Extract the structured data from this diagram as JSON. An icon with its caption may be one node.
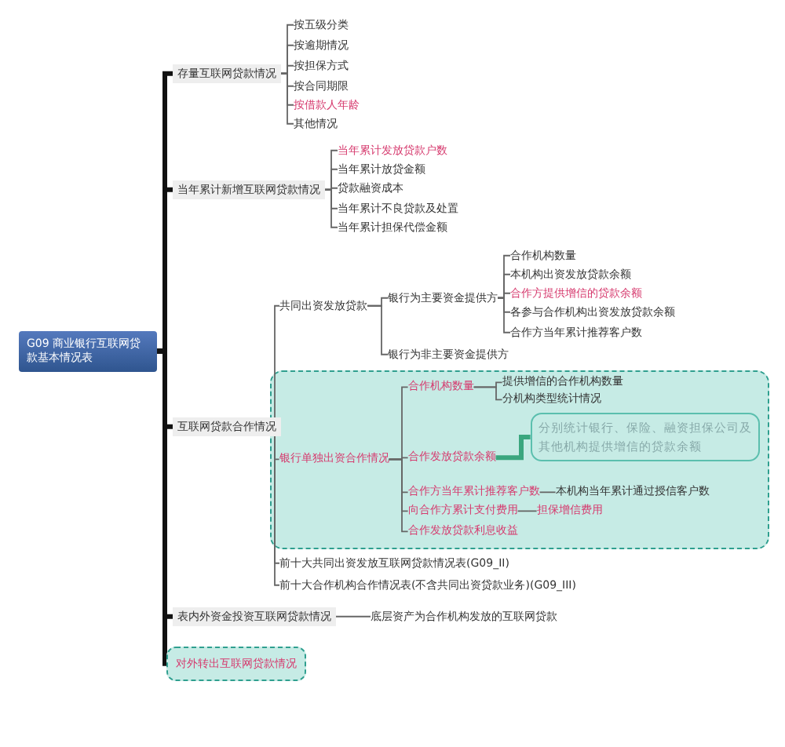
{
  "diagram": {
    "nodes": [
      {
        "text": [
          "G09 商业银行互联网贷款基本情况表"
        ]
      },
      {
        "text": [
          "存量互联网贷款情况"
        ]
      },
      {
        "text": [
          "按五级分类"
        ]
      },
      {
        "text": [
          "按逾期情况"
        ]
      },
      {
        "text": [
          "按担保方式"
        ]
      },
      {
        "text": [
          "按合同期限"
        ]
      },
      {
        "text": [
          "按借款人年龄"
        ]
      },
      {
        "text": [
          "其他情况"
        ]
      },
      {
        "text": [
          "当年累计新增互联网贷款情况"
        ]
      },
      {
        "text": [
          "当年累计发放贷款户数"
        ]
      },
      {
        "text": [
          "当年累计放贷金额"
        ]
      },
      {
        "text": [
          "贷款融资成本"
        ]
      },
      {
        "text": [
          "当年累计不良贷款及处置"
        ]
      },
      {
        "text": [
          "当年累计担保代偿金额"
        ]
      },
      {
        "text": [
          "互联网贷款合作情况"
        ]
      },
      {
        "text": [
          "共同出资发放贷款"
        ]
      },
      {
        "text": [
          "银行为主要资金提供方"
        ]
      },
      {
        "text": [
          "合作机构数量"
        ]
      },
      {
        "text": [
          "本机构出资发放贷款余额"
        ]
      },
      {
        "text": [
          "合作方提供增信的贷款余额"
        ]
      },
      {
        "text": [
          "各参与合作机构出资发放贷款余额"
        ]
      },
      {
        "text": [
          "合作方当年累计推荐客户数"
        ]
      },
      {
        "text": [
          "银行为非主要资金提供方"
        ]
      },
      {
        "text": [],
        "shape": "box"
      },
      {
        "text": [
          "银行单独出资合作情况"
        ],
        "in": 23
      },
      {
        "text": [
          "合作机构数量"
        ],
        "in": 23
      },
      {
        "text": [
          "提供增信的合作机构数量"
        ],
        "in": 23
      },
      {
        "text": [
          "分机构类型统计情况"
        ],
        "in": 23
      },
      {
        "text": [
          "合作发放贷款余额"
        ],
        "in": 23
      },
      {
        "text": [
          "分别统计银行、保险、融资担保公司及其他机构提供增信的贷款余额"
        ],
        "in": 23
      },
      {
        "text": [
          "合作方当年累计推荐客户数"
        ],
        "in": 23
      },
      {
        "text": [
          "本机构当年累计通过授信客户数"
        ],
        "in": 23
      },
      {
        "text": [
          "向合作方累计支付费用"
        ],
        "in": 23
      },
      {
        "text": [
          "担保增信费用"
        ],
        "in": 23
      },
      {
        "text": [
          "合作发放贷款利息收益"
        ],
        "in": 23
      },
      {
        "text": [
          "前十大共同出资发放互联网贷款情况表(G09_II)"
        ]
      },
      {
        "text": [
          "前十大合作机构合作情况表(不含共同出资贷款业务)(G09_III)"
        ]
      },
      {
        "text": [
          "表内外资金投资互联网贷款情况"
        ]
      },
      {
        "text": [
          "底层资产为合作机构发放的互联网贷款"
        ]
      },
      {
        "text": [
          "对外转出互联网贷款情况"
        ]
      }
    ],
    "edges": [
      {
        "from": 0,
        "to": 1,
        "arrow": "none",
        "style": "thick"
      },
      {
        "from": 0,
        "to": 8,
        "arrow": "none",
        "style": "thick"
      },
      {
        "from": 0,
        "to": 14,
        "arrow": "none",
        "style": "thick"
      },
      {
        "from": 0,
        "to": 37,
        "arrow": "none",
        "style": "thick"
      },
      {
        "from": 0,
        "to": 39,
        "arrow": "none",
        "style": "thick"
      },
      {
        "from": 1,
        "to": 2,
        "arrow": "none"
      },
      {
        "from": 1,
        "to": 3,
        "arrow": "none"
      },
      {
        "from": 1,
        "to": 4,
        "arrow": "none"
      },
      {
        "from": 1,
        "to": 5,
        "arrow": "none"
      },
      {
        "from": 1,
        "to": 6,
        "arrow": "none"
      },
      {
        "from": 1,
        "to": 7,
        "arrow": "none"
      },
      {
        "from": 8,
        "to": 9,
        "arrow": "none"
      },
      {
        "from": 8,
        "to": 10,
        "arrow": "none"
      },
      {
        "from": 8,
        "to": 11,
        "arrow": "none"
      },
      {
        "from": 8,
        "to": 12,
        "arrow": "none"
      },
      {
        "from": 8,
        "to": 13,
        "arrow": "none"
      },
      {
        "from": 14,
        "to": 15,
        "arrow": "none"
      },
      {
        "from": 14,
        "to": 24,
        "arrow": "none"
      },
      {
        "from": 14,
        "to": 35,
        "arrow": "none"
      },
      {
        "from": 14,
        "to": 36,
        "arrow": "none"
      },
      {
        "from": 15,
        "to": 16,
        "arrow": "none"
      },
      {
        "from": 15,
        "to": 22,
        "arrow": "none"
      },
      {
        "from": 16,
        "to": 17,
        "arrow": "none"
      },
      {
        "from": 16,
        "to": 18,
        "arrow": "none"
      },
      {
        "from": 16,
        "to": 19,
        "arrow": "none"
      },
      {
        "from": 16,
        "to": 20,
        "arrow": "none"
      },
      {
        "from": 16,
        "to": 21,
        "arrow": "none"
      },
      {
        "from": 24,
        "to": 25,
        "arrow": "none"
      },
      {
        "from": 24,
        "to": 28,
        "arrow": "none"
      },
      {
        "from": 24,
        "to": 30,
        "arrow": "none"
      },
      {
        "from": 24,
        "to": 32,
        "arrow": "none"
      },
      {
        "from": 24,
        "to": 34,
        "arrow": "none"
      },
      {
        "from": 25,
        "to": 26,
        "arrow": "none"
      },
      {
        "from": 25,
        "to": 27,
        "arrow": "none"
      },
      {
        "from": 28,
        "to": 29,
        "arrow": "none",
        "style": "thick",
        "color": "#3aa67e"
      },
      {
        "from": 30,
        "to": 31,
        "arrow": "none"
      },
      {
        "from": 32,
        "to": 33,
        "arrow": "none"
      },
      {
        "from": 37,
        "to": 38,
        "arrow": "none"
      }
    ]
  }
}
